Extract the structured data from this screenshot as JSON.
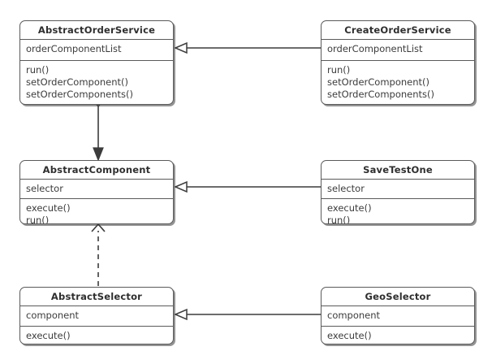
{
  "diagram": {
    "type": "uml-class-diagram",
    "title": "",
    "background_color": "#ffffff",
    "line_color": "#3c3c3c",
    "box_border_color": "#5a5a5a",
    "box_fill_color": "#ffffff",
    "text_color": "#3c3c3c"
  },
  "classes": [
    {
      "id": "abstract-order-service",
      "name": "AbstractOrderService",
      "attributes": [
        "orderComponentList"
      ],
      "operations": [
        "run()",
        "setOrderComponent()",
        "setOrderComponents()"
      ]
    },
    {
      "id": "create-order-service",
      "name": "CreateOrderService",
      "attributes": [
        "orderComponentList"
      ],
      "operations": [
        "run()",
        "setOrderComponent()",
        "setOrderComponents()"
      ]
    },
    {
      "id": "abstract-component",
      "name": "AbstractComponent",
      "attributes": [
        "selector"
      ],
      "operations": [
        "execute()",
        "run()"
      ]
    },
    {
      "id": "save-test-one",
      "name": "SaveTestOne",
      "attributes": [
        "selector"
      ],
      "operations": [
        "execute()",
        "run()"
      ]
    },
    {
      "id": "abstract-selector",
      "name": "AbstractSelector",
      "attributes": [
        "component"
      ],
      "operations": [
        "execute()"
      ]
    },
    {
      "id": "geo-selector",
      "name": "GeoSelector",
      "attributes": [
        "component"
      ],
      "operations": [
        "execute()"
      ]
    }
  ],
  "relationships": [
    {
      "id": "gen-create-order-service",
      "kind": "generalization",
      "style": "solid",
      "head": "hollow-triangle",
      "from": "create-order-service",
      "to": "abstract-order-service",
      "label": ""
    },
    {
      "id": "gen-save-test-one",
      "kind": "generalization",
      "style": "solid",
      "head": "hollow-triangle",
      "from": "save-test-one",
      "to": "abstract-component",
      "label": ""
    },
    {
      "id": "gen-geo-selector",
      "kind": "generalization",
      "style": "solid",
      "head": "hollow-triangle",
      "from": "geo-selector",
      "to": "abstract-selector",
      "label": ""
    },
    {
      "id": "agg-order-service-component",
      "kind": "aggregation",
      "style": "solid",
      "tail": "hollow-diamond",
      "head": "filled-arrow",
      "from": "abstract-order-service",
      "to": "abstract-component",
      "label": ""
    },
    {
      "id": "real-selector-component",
      "kind": "realization",
      "style": "dashed",
      "head": "open-arrow",
      "from": "abstract-selector",
      "to": "abstract-component",
      "label": ""
    }
  ]
}
